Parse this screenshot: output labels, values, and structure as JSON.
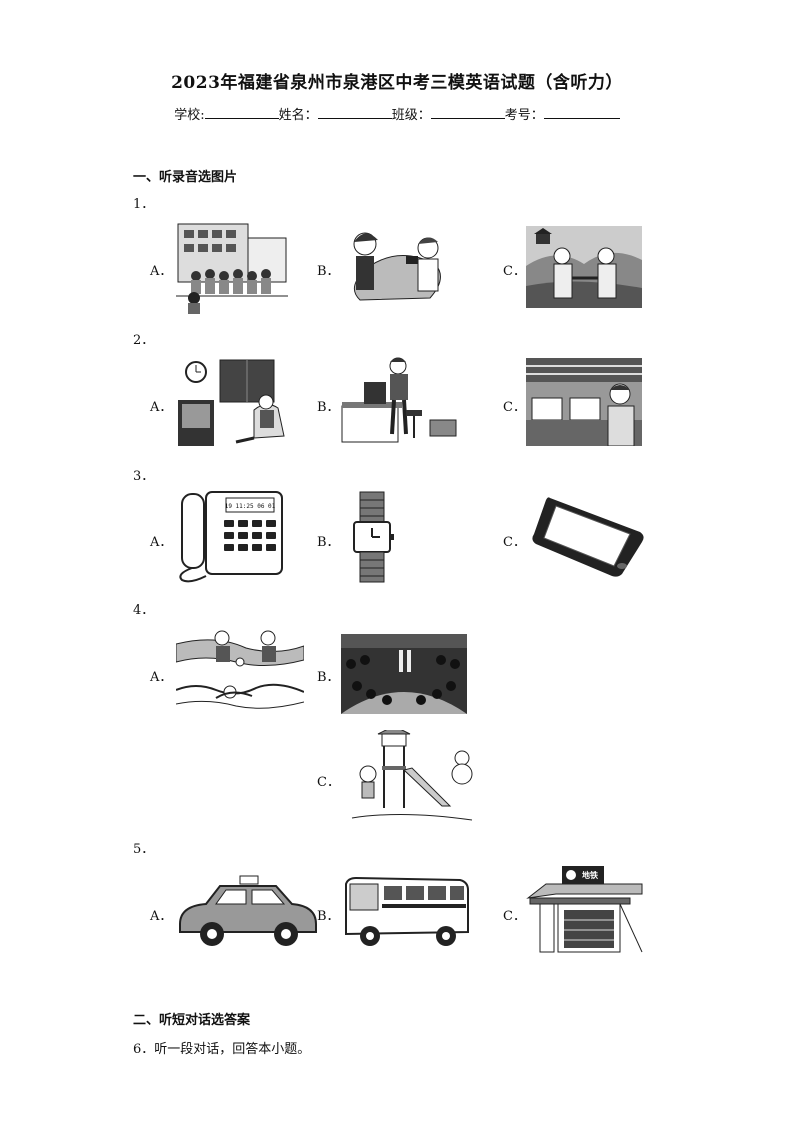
{
  "title": "2023年福建省泉州市泉港区中考三模英语试题（含听力）",
  "info": {
    "school": "学校:",
    "name": "姓名：",
    "class": "班级：",
    "exam_no": "考号："
  },
  "section1": {
    "heading": "一、听录音选图片"
  },
  "questions": [
    {
      "num": "1．",
      "options": [
        "A．",
        "B．",
        "C．"
      ]
    },
    {
      "num": "2．",
      "options": [
        "A．",
        "B．",
        "C．"
      ]
    },
    {
      "num": "3．",
      "options": [
        "A．",
        "B．",
        "C．"
      ]
    },
    {
      "num": "4．",
      "options": [
        "A．",
        "B．",
        "C．"
      ]
    },
    {
      "num": "5．",
      "options": [
        "A．",
        "B．",
        "C．"
      ]
    }
  ],
  "sign_text": "地铁",
  "phone_display": "19 11:25 06 01",
  "section2": {
    "heading": "二、听短对话选答案"
  },
  "q6": {
    "text": "6．听一段对话，回答本小题。"
  }
}
